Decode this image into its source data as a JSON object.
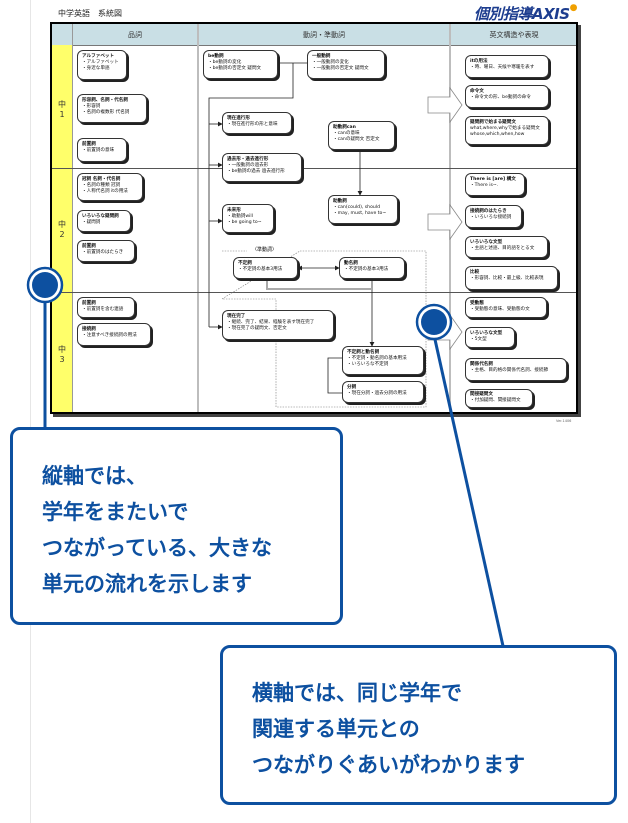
{
  "document": {
    "title": "中学英語　系統図",
    "logo": "個別指導AXIS",
    "version": "Ver.1406"
  },
  "columns": [
    "品詞",
    "動詞・準動詞",
    "英文構造や表現"
  ],
  "grades": [
    "中\n1",
    "中\n2",
    "中\n3"
  ],
  "group_label": "〈準動詞〉",
  "boxes": {
    "parts_of_speech": [
      {
        "title": "アルファベット",
        "body": "・アルファベット\n・身近な単語"
      },
      {
        "title": "形容詞、名詞・代名詞",
        "body": "・形容詞\n・名詞の複数形 代名詞"
      },
      {
        "title": "前置詞",
        "body": "・前置詞の意味"
      },
      {
        "title": "冠詞 名詞・代名詞",
        "body": "・名詞の種類 冠詞\n・人称代名詞 itの用法"
      },
      {
        "title": "いろいろな疑問詞",
        "body": "・疑問詞"
      },
      {
        "title": "前置詞",
        "body": "・前置詞のはたらき"
      },
      {
        "title": "前置詞",
        "body": "・前置詞を含む連語"
      },
      {
        "title": "接続詞",
        "body": "・注意すべき接続詞の用法"
      }
    ],
    "verbs": [
      {
        "title": "be動詞",
        "body": "・be動詞の変化\n・be動詞の否定文 疑問文"
      },
      {
        "title": "一般動詞",
        "body": "・一般動詞の変化\n・一般動詞の否定文 疑問文"
      },
      {
        "title": "現在進行形",
        "body": "・現在進行形の形と意味"
      },
      {
        "title": "助動詞can",
        "body": "・canの意味\n・canの疑問文 否定文"
      },
      {
        "title": "過去形・過去進行形",
        "body": "・一般動詞の過去形\n・be動詞の過去 過去進行形"
      },
      {
        "title": "未来形",
        "body": "・助動詞will\n・be going to~"
      },
      {
        "title": "助動詞",
        "body": "・can(could), should\n・may, must, have to~"
      },
      {
        "title": "不定詞",
        "body": "・不定詞の基本3用法"
      },
      {
        "title": "動名詞",
        "body": "・不定詞の基本3用法"
      },
      {
        "title": "現在完了",
        "body": "・継続、完了、結果、経験を表す現在完了\n・現在完了の疑問文、否定文"
      },
      {
        "title": "不定詞と動名詞",
        "body": "・不定詞・動名詞の基本用法\n・いろいろな不定詞"
      },
      {
        "title": "分詞",
        "body": "・現在分詞・過去分詞の用法"
      }
    ],
    "structures": [
      {
        "title": "itの用法",
        "body": "・時、曜日、天候や寒暖を表す"
      },
      {
        "title": "命令文",
        "body": "・命令文の形、be動詞の命令"
      },
      {
        "title": "疑問詞で始まる疑問文",
        "body": "what,where,whyで始まる疑問文\nwhose,which,when,how"
      },
      {
        "title": "There is [are] 構文",
        "body": "・There is~."
      },
      {
        "title": "接続詞のはたらき",
        "body": "・いろいろな接続詞"
      },
      {
        "title": "いろいろな文型",
        "body": "・主語と述語、目的語をとる文"
      },
      {
        "title": "比較",
        "body": "・形容詞、比較・最上級、比較表現"
      },
      {
        "title": "受動態",
        "body": "・受動態の意味、受動態の文"
      },
      {
        "title": "いろいろな文型",
        "body": "・5文型"
      },
      {
        "title": "関係代名詞",
        "body": "・主格、目的格の関係代名詞、接続節"
      },
      {
        "title": "間接疑問文",
        "body": "・付加疑問、間接疑問文"
      }
    ]
  },
  "callouts": [
    {
      "text": "縦軸では、\n学年をまたいで\nつながっている、大きな\n単元の流れを示します"
    },
    {
      "text": "横軸では、同じ学年で\n関連する単元との\nつながりぐあいがわかります"
    }
  ],
  "colors": {
    "accent_blue": "#0d50a0",
    "grade_column": "#ffff6a",
    "header_band": "#c9dfe5"
  }
}
